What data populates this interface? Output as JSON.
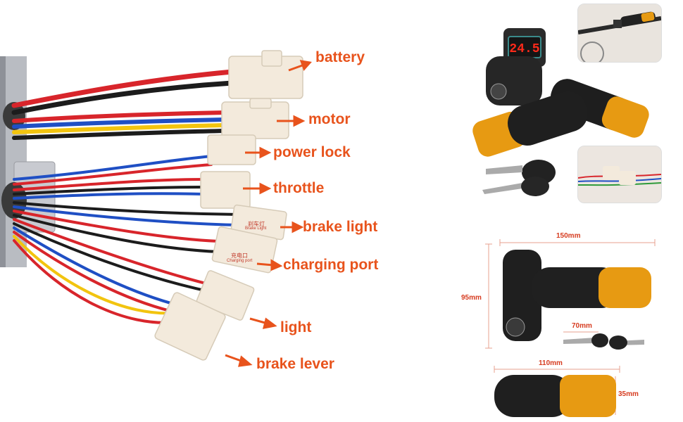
{
  "wiring": {
    "labels": [
      {
        "key": "battery",
        "text": "battery"
      },
      {
        "key": "motor",
        "text": "motor"
      },
      {
        "key": "power_lock",
        "text": "power lock"
      },
      {
        "key": "throttle",
        "text": "throttle"
      },
      {
        "key": "brake_light",
        "text": "brake light"
      },
      {
        "key": "charging_port",
        "text": "charging port"
      },
      {
        "key": "light",
        "text": "light"
      },
      {
        "key": "brake_lever",
        "text": "brake lever"
      }
    ],
    "plug_marks": {
      "brake_light_cn": "刹车灯",
      "brake_light_en": "Brake Light",
      "charging_cn": "充电口",
      "charging_en": "Charging port"
    },
    "colors": {
      "label_orange": "#e8531c",
      "wire_red": "#d8252b",
      "wire_black": "#1c1c1c",
      "wire_blue": "#1f4fc4",
      "wire_yellow": "#f2c40f",
      "plug_beige": "#f3eadc"
    }
  },
  "throttle_product": {
    "display_reading": "24.5",
    "accent_color": "#e79a12"
  },
  "dimensions": {
    "length_total": "150mm",
    "height": "95mm",
    "key_length": "70mm",
    "grip_length": "110mm",
    "grip_diameter": "35mm",
    "dim_color": "#d63b1f"
  }
}
